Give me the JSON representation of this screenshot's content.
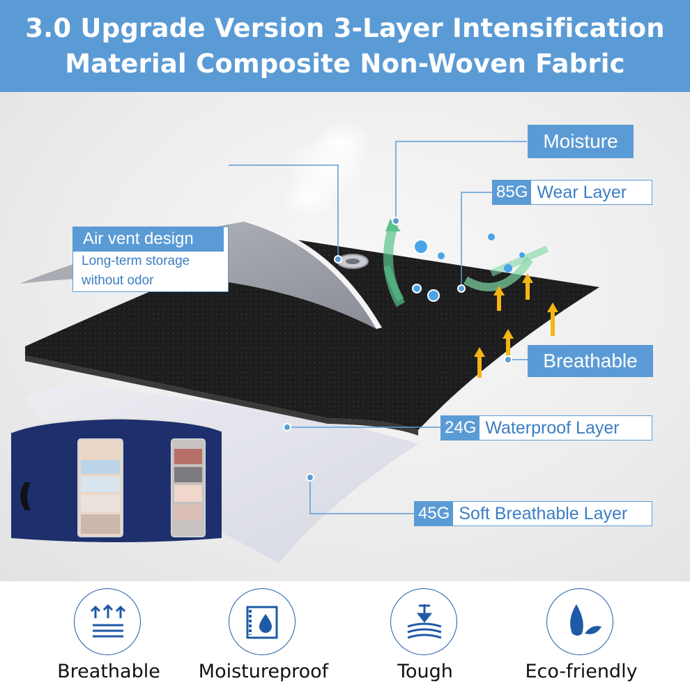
{
  "header": {
    "line1": "3.0 Upgrade Version 3-Layer Intensification",
    "line2": "Material Composite Non-Woven Fabric",
    "bg_color": "#5b9bd5"
  },
  "vent": {
    "title": "Air vent design",
    "line1": "Long-term storage",
    "line2": "without odor"
  },
  "labels": {
    "moisture": "Moisture",
    "breathable": "Breathable"
  },
  "layers": [
    {
      "grams": "85G",
      "name": "Wear Layer"
    },
    {
      "grams": "24G",
      "name": "Waterproof Layer"
    },
    {
      "grams": "45G",
      "name": "Soft Breathable Layer"
    }
  ],
  "features": [
    {
      "label": "Breathable",
      "icon": "breathable-icon"
    },
    {
      "label": "Moistureproof",
      "icon": "moistureproof-icon"
    },
    {
      "label": "Tough",
      "icon": "tough-icon"
    },
    {
      "label": "Eco-friendly",
      "icon": "eco-leaf-icon"
    }
  ],
  "colors": {
    "accent": "#5b9bd5",
    "icon_stroke": "#1f5aa6",
    "arrow_yellow": "#f5b516",
    "fabric_dark": "#1c1c1c",
    "fabric_grey": "#8f929a"
  }
}
